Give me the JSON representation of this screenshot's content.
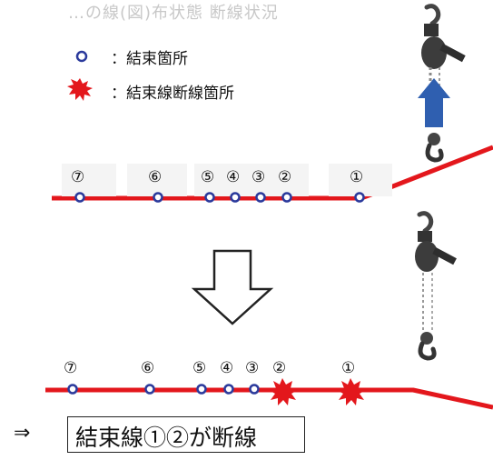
{
  "top_faded_text": "…の線(図)布状態 断線状況",
  "legend": {
    "tie_point": "：結束箇所",
    "break_point": "：結束線断線箇所"
  },
  "top_row": {
    "labels": [
      "⑦",
      "⑥",
      "⑤",
      "④",
      "③",
      "②",
      "①"
    ]
  },
  "bottom_row": {
    "labels": [
      "⑦",
      "⑥",
      "⑤",
      "④",
      "③",
      "②",
      "①"
    ]
  },
  "conclusion": {
    "arrow": "⇒",
    "text": "結束線①②が断線"
  },
  "colors": {
    "line": "#e3171c",
    "tie_point": "#2b3a9c",
    "burst": "#e3171c",
    "up_arrow": "#2f5fb0"
  },
  "icons": [
    "chain-hoist-icon",
    "up-arrow-icon",
    "down-arrow-icon",
    "burst-icon",
    "tie-point-icon"
  ]
}
